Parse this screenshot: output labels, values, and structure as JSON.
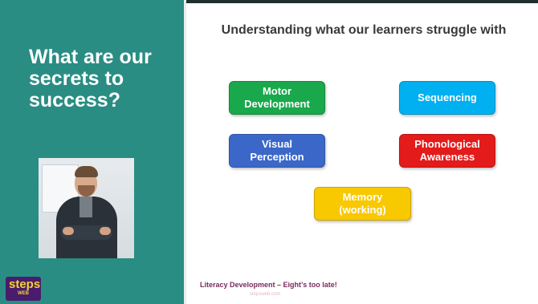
{
  "slide": {
    "left_title": "What are our\nsecrets to\nsuccess?",
    "title": "Understanding what our learners struggle\nwith",
    "boxes": [
      {
        "label": "Motor\nDevelopment",
        "color": "#19a84b"
      },
      {
        "label": "Sequencing",
        "color": "#00b0f0"
      },
      {
        "label": "Visual\nPerception",
        "color": "#3b67c9"
      },
      {
        "label": "Phonological\nAwareness",
        "color": "#e31b1b"
      },
      {
        "label": "Memory\n(working)",
        "color": "#f8c800"
      }
    ],
    "footer": "Literacy Development – Eight’s too late!",
    "footer_url": "stepsweb.com",
    "logo": {
      "main": "steps",
      "sub": "WEB"
    }
  },
  "colors": {
    "left_panel": "#2a8d84",
    "title_text": "#3a3a3a",
    "footer_text": "#7a2b5c"
  }
}
